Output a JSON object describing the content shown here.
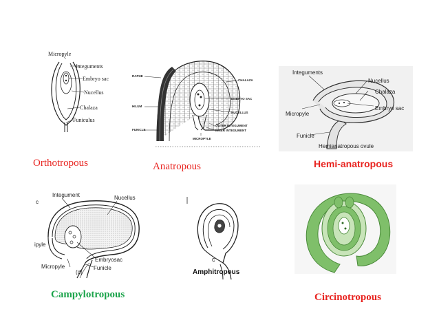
{
  "figures": {
    "orthotropous": {
      "caption": "Orthotropous",
      "caption_color": "#e8231f",
      "labels": {
        "micropyle": "Micropyle",
        "integuments": "Integuments",
        "embryo_sac": "Embryo sac",
        "nucellus": "Nucellus",
        "chalaza": "Chalaza",
        "funiculus": "Funiculus"
      }
    },
    "anatropous": {
      "caption": "Anatropous",
      "caption_color": "#e8231f",
      "labels": {
        "raphe": "RAPHE",
        "hilum": "HILUM",
        "funicle": "FUNICLE",
        "chalaza": "CHALAZA",
        "embryo_sac": "EMBRYO SAC",
        "nucellus": "NUCELLUS",
        "outer_integument": "OUTER   INTEGUMENT",
        "inner_integument": "INNER   INTEGUMENT",
        "micropyle": "MICROPYLE"
      }
    },
    "hemi_anatropous": {
      "caption": "Hemi-anatropous",
      "caption_color": "#e8231f",
      "labels": {
        "integuments": "Integuments",
        "nucellus": "Nucellus",
        "chalaza": "Chalaza",
        "micropyle": "Micropyle",
        "embryo_sac": "Embryo sac",
        "funicle": "Funicle",
        "title": "Hemianatropous ovule"
      }
    },
    "campylotropous": {
      "caption": "Campylotropous",
      "caption_color": "#1aa34a",
      "labels": {
        "integument": "Integument",
        "nucellus": "Nucellus",
        "c": "c",
        "ipyle": "ipyle",
        "embryosac": "Embryosac",
        "micropyle": "Micropyle",
        "funicle": "Funicle",
        "d": "(d)"
      }
    },
    "amphitropous": {
      "caption": "Amphitropous",
      "letter": "c"
    },
    "circinotropous": {
      "caption": "Circinotropous",
      "caption_color": "#e8231f",
      "colors": {
        "green": "#7fbf6a",
        "light_green": "#c8e4b9"
      }
    }
  }
}
